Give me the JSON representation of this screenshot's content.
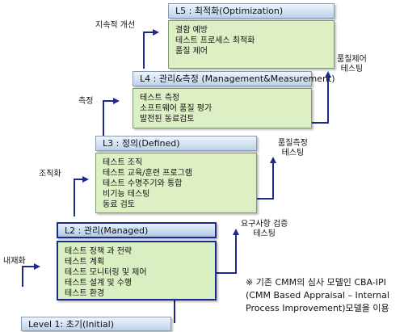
{
  "levels": {
    "l1": {
      "title": "Level 1: 초기(Initial)"
    },
    "l2": {
      "title": "L2 : 관리(Managed)",
      "items": [
        "테스트 정책 과 전략",
        "테스트 계획",
        "테스트 모니터링 및 제어",
        "테스트 설계 및 수행",
        "테스트 환경"
      ]
    },
    "l3": {
      "title": "L3 : 정의(Defined)",
      "items": [
        "테스트 조직",
        "테스트 교육/훈련 프로그램",
        "테스트 수명주기와 통합",
        "비기능 테스팅",
        "동료 검토"
      ]
    },
    "l4": {
      "title": "L4 : 관리&측정 (Management&Measurement)",
      "items": [
        "테스트 측정",
        "소프트웨어 품질 평가",
        "발전된 동료검토"
      ]
    },
    "l5": {
      "title": "L5 : 최적화(Optimization)",
      "items": [
        "결함 예방",
        "테스트 프로세스 최적화",
        "품질 제어"
      ]
    }
  },
  "left_labels": {
    "l2": "내재화",
    "l3": "조직화",
    "l4": "측정",
    "l5": "지속적 개선"
  },
  "right_labels": {
    "l2": [
      "요구사항 검증",
      "테스팅"
    ],
    "l3": [
      "품질측정",
      "테스팅"
    ],
    "l4": [
      "품질제어",
      "테스팅"
    ]
  },
  "note": {
    "lines": [
      "※ 기존 CMM의 심사 모델인 CBA-IPI",
      "(CMM Based Appraisal – Internal",
      "Process Improvement)모델을 이용"
    ]
  },
  "colors": {
    "header_fill": "#d3e2f3",
    "body_fill": "#dcf0c4",
    "arrow": "#1c2a8c",
    "l2_border": "#1c2a8c"
  }
}
